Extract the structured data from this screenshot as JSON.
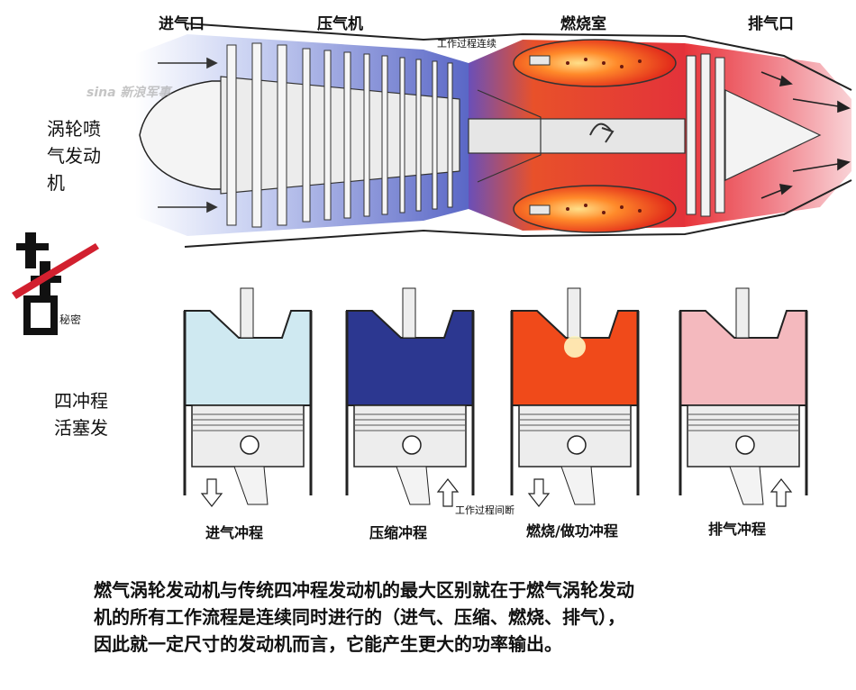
{
  "turbojet": {
    "label_intake": "进气口",
    "label_compressor": "压气机",
    "label_combustor": "燃烧室",
    "label_exhaust": "排气口",
    "note_continuous": "工作过程连续",
    "side_title_lines": [
      "涡轮喷",
      "气发动",
      "机"
    ]
  },
  "logo": {
    "sub_label": "秘密"
  },
  "watermarks": {
    "sina": "sina 新浪军事"
  },
  "piston": {
    "side_title_lines": [
      "四冲程",
      "活塞发"
    ],
    "note_intermittent": "工作过程间断",
    "strokes": [
      {
        "label": "进气冲程",
        "fill": "#cfe9f1"
      },
      {
        "label": "压缩冲程",
        "fill": "#2c3790"
      },
      {
        "label": "燃烧/做功冲程",
        "fill": "#f04a1a"
      },
      {
        "label": "排气冲程",
        "fill": "#f4b9be"
      }
    ]
  },
  "caption": {
    "lines": [
      "燃气涡轮发动机与传统四冲程发动机的最大区别就在于燃气涡轮发动",
      "机的所有工作流程是连续同时进行的（进气、压缩、燃烧、排气），",
      "因此就一定尺寸的发动机而言，它能产生更大的功率输出。"
    ]
  },
  "colors": {
    "cold_air": "#7f8fd6",
    "hot_gas": "#e83a2a",
    "exhaust": "#f2a3a8",
    "metal": "#eaeaea"
  }
}
